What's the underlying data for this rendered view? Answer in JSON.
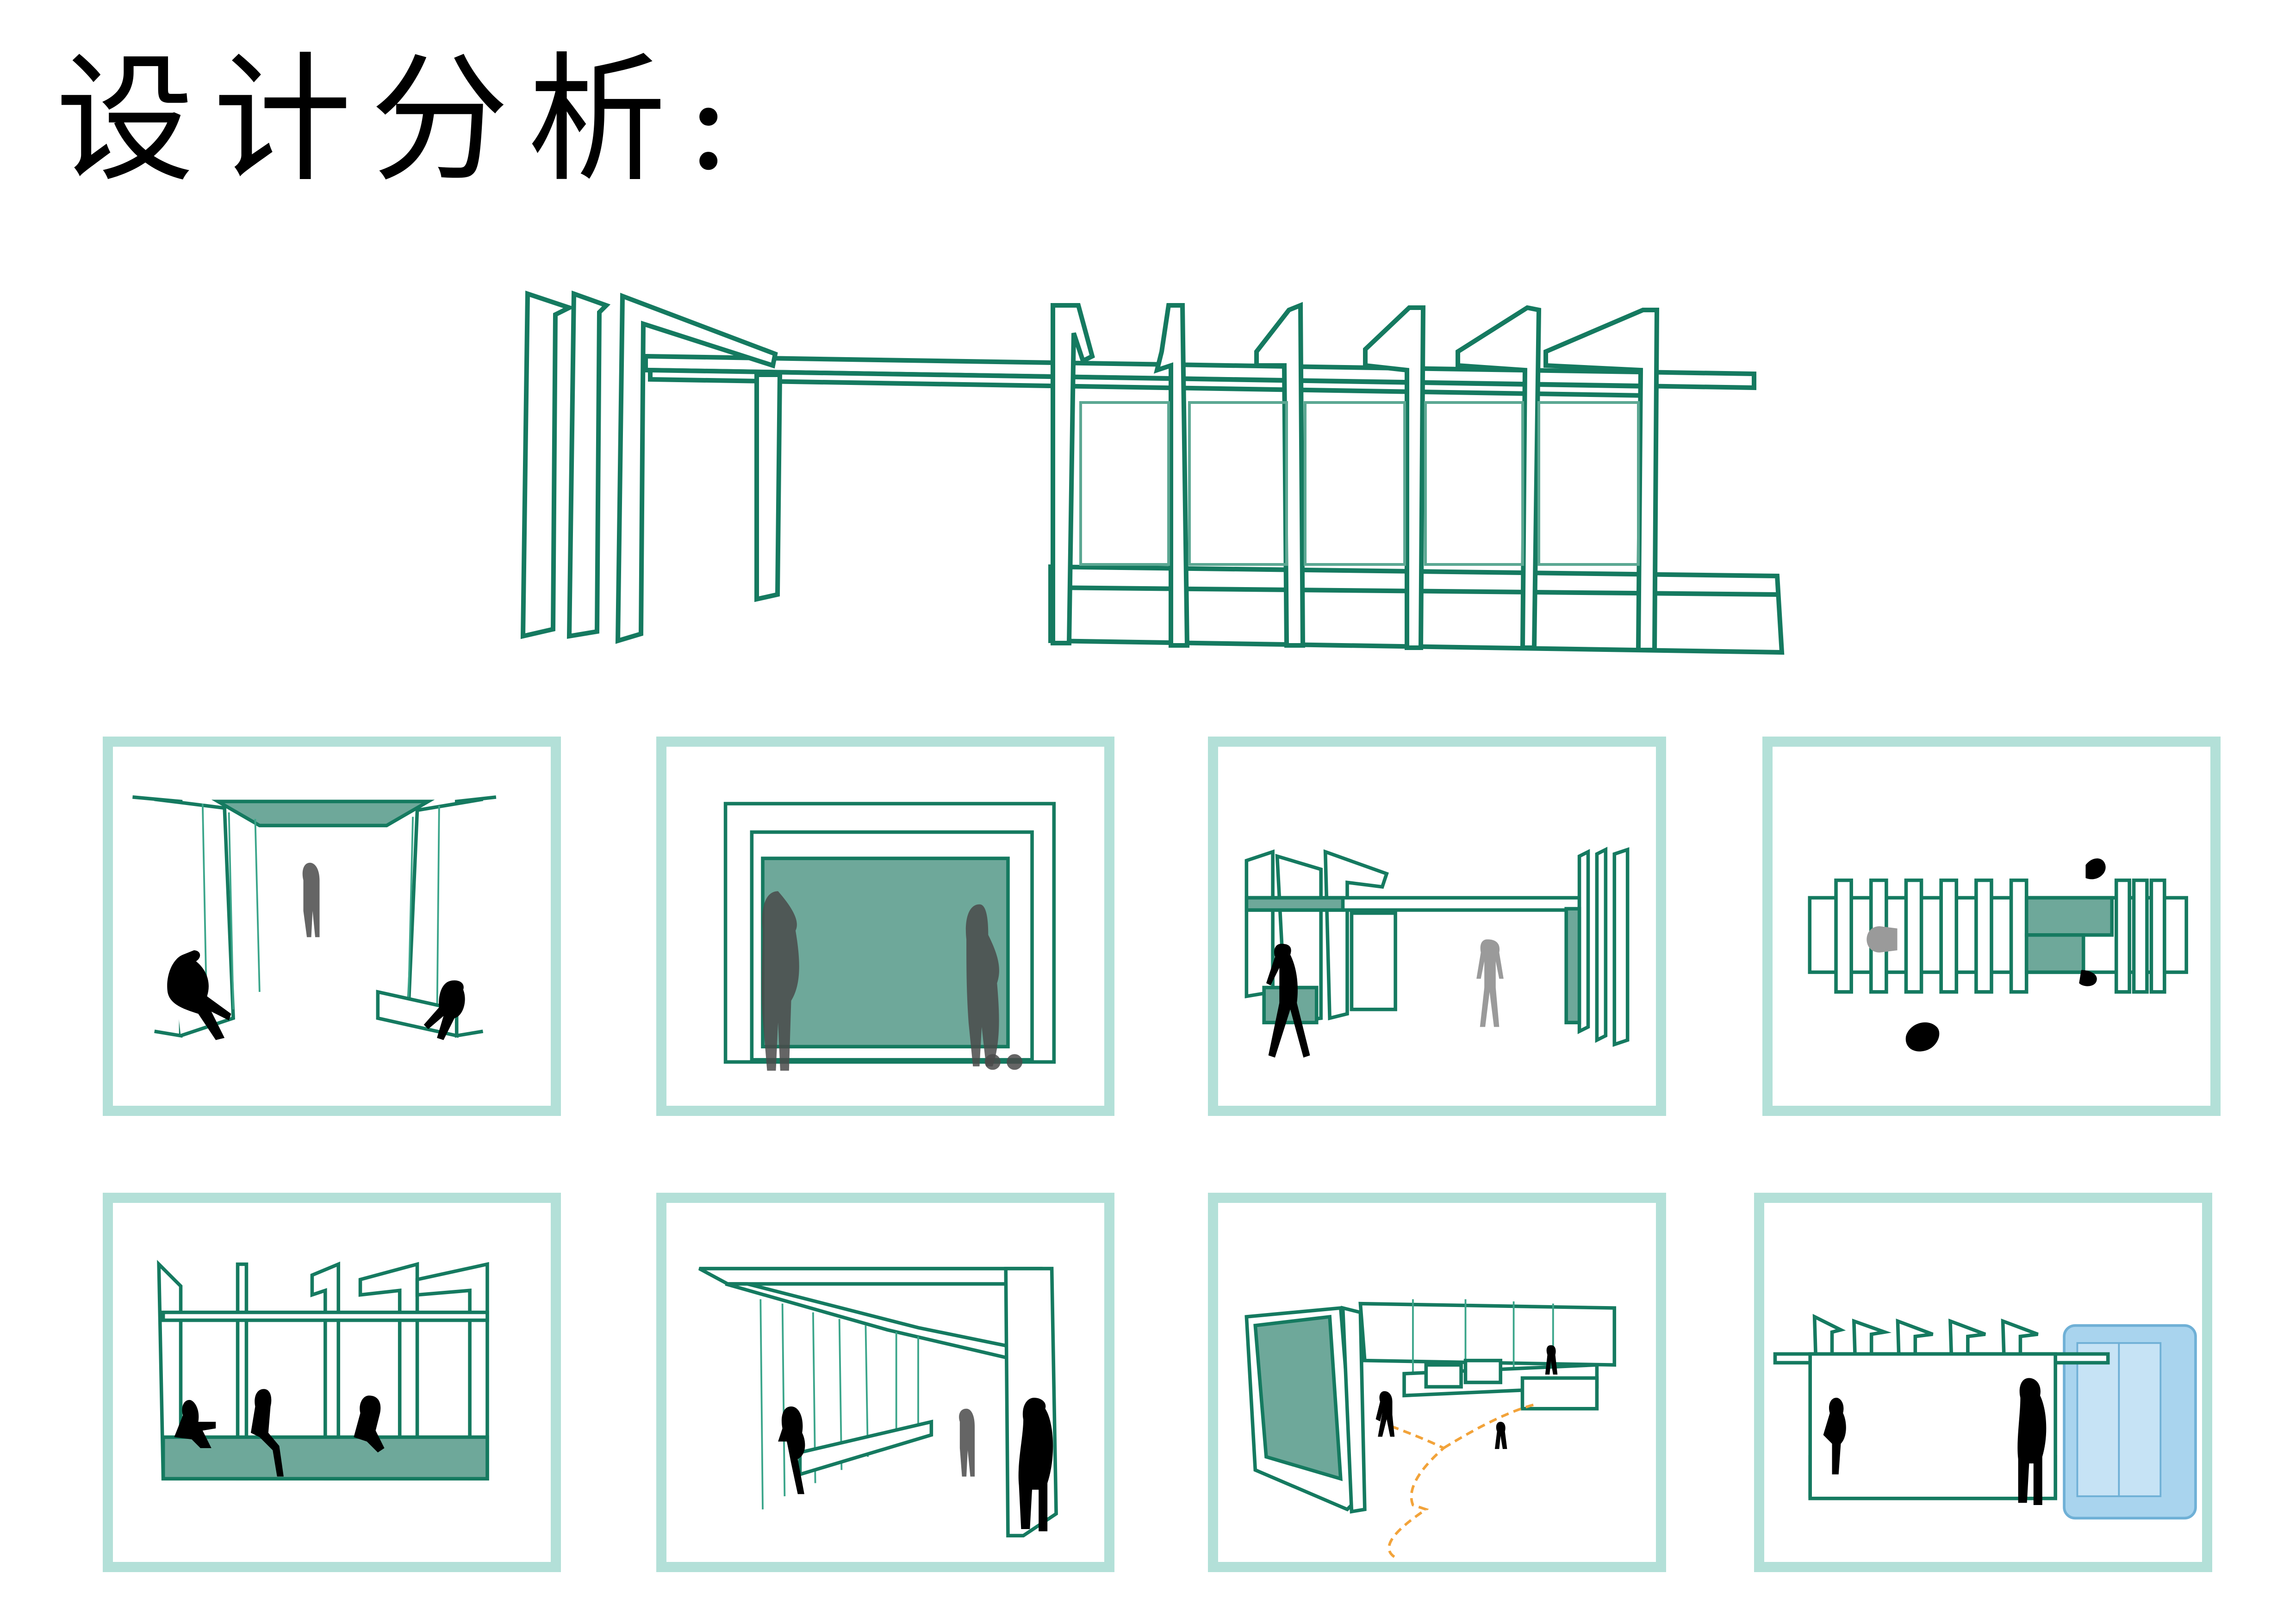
{
  "title": "设计分析:",
  "colors": {
    "line": "#157a60",
    "accent_fill": "#6ea89a",
    "panel_border": "#b3e0d8",
    "bus": "#a9d4ee",
    "path": "#f2a33a"
  },
  "hero": {
    "label": "shelter-overview-drawing"
  },
  "panels": [
    {
      "id": "p1",
      "scene": "interior-perspective-seated"
    },
    {
      "id": "p2",
      "scene": "wall-panel-standing"
    },
    {
      "id": "p3",
      "scene": "side-view-walking"
    },
    {
      "id": "p4",
      "scene": "plan-view"
    },
    {
      "id": "p5",
      "scene": "elevation-seated"
    },
    {
      "id": "p6",
      "scene": "interior-perspective-standing"
    },
    {
      "id": "p7",
      "scene": "circulation-paths"
    },
    {
      "id": "p8",
      "scene": "elevation-with-bus"
    }
  ]
}
